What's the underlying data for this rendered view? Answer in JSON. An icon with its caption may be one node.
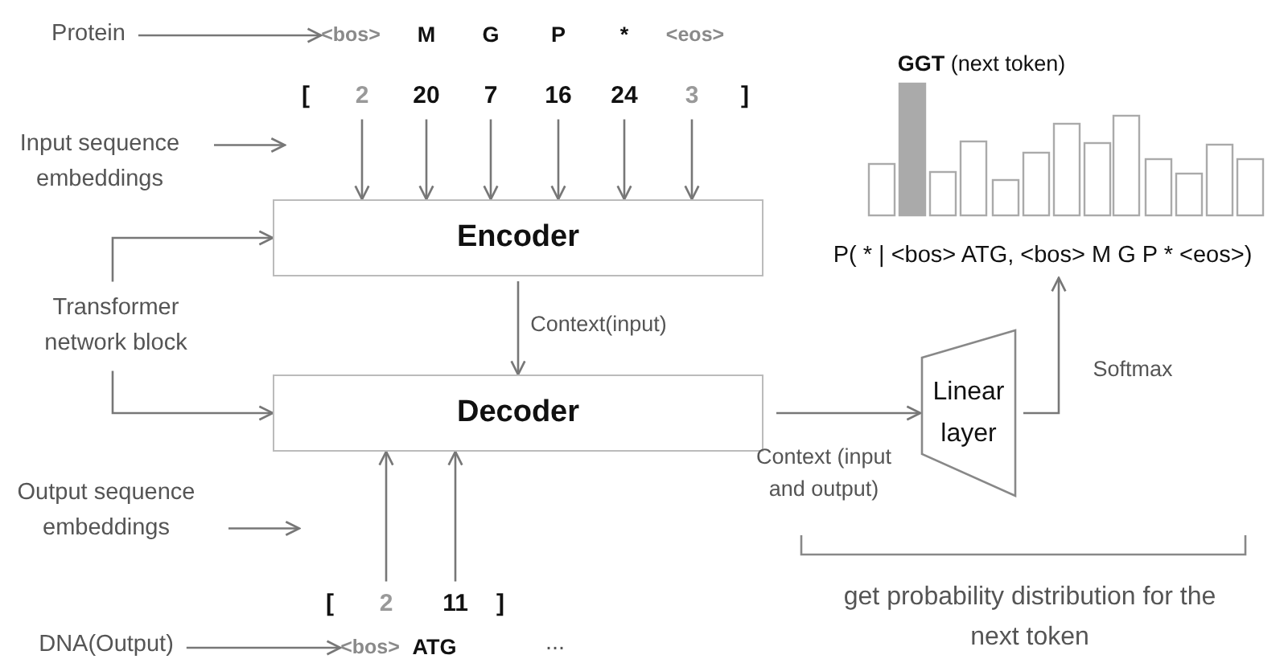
{
  "diagram": {
    "nodes": [
      {
        "text": [
          "Protein"
        ]
      },
      {
        "text": [
          "<bos>"
        ]
      },
      {
        "text": [
          "M"
        ]
      },
      {
        "text": [
          "G"
        ]
      },
      {
        "text": [
          "P"
        ]
      },
      {
        "text": [
          "*"
        ]
      },
      {
        "text": [
          "<eos>"
        ]
      },
      {
        "text": [
          "2"
        ]
      },
      {
        "text": [
          "20"
        ]
      },
      {
        "text": [
          "7"
        ]
      },
      {
        "text": [
          "16"
        ]
      },
      {
        "text": [
          "24"
        ]
      },
      {
        "text": [
          "3"
        ]
      },
      {
        "text": [
          "Input sequence embeddings"
        ]
      },
      {
        "text": [
          "Encoder"
        ]
      },
      {
        "text": [
          "Transformer network block"
        ]
      },
      {
        "text": [
          "Decoder"
        ]
      },
      {
        "text": [
          "Linear layer"
        ]
      },
      {
        "text": [
          "P( * | <bos> ATG, <bos> M G P * <eos>)"
        ]
      },
      {
        "text": [
          "Output sequence embeddings"
        ]
      },
      {
        "text": [
          "2"
        ]
      },
      {
        "text": [
          "11"
        ]
      },
      {
        "text": [
          "DNA(Output)"
        ]
      },
      {
        "text": [
          "<bos>"
        ]
      },
      {
        "text": [
          "ATG"
        ]
      },
      {
        "text": [
          "..."
        ]
      }
    ],
    "edges": [
      {
        "from": 0,
        "to": 1,
        "arrow": "to"
      },
      {
        "from": 13,
        "to": null,
        "arrow": "to"
      },
      {
        "from": 7,
        "to": 14,
        "arrow": "to"
      },
      {
        "from": 8,
        "to": 14,
        "arrow": "to"
      },
      {
        "from": 9,
        "to": 14,
        "arrow": "to"
      },
      {
        "from": 10,
        "to": 14,
        "arrow": "to"
      },
      {
        "from": 11,
        "to": 14,
        "arrow": "to"
      },
      {
        "from": 12,
        "to": 14,
        "arrow": "to"
      },
      {
        "from": 15,
        "to": 14,
        "arrow": "to"
      },
      {
        "from": 15,
        "to": 16,
        "arrow": "to"
      },
      {
        "from": 14,
        "to": 16,
        "arrow": "to",
        "label": "Context(input)"
      },
      {
        "from": 16,
        "to": 17,
        "arrow": "to",
        "label": "Context (input and output)"
      },
      {
        "from": 17,
        "to": 18,
        "arrow": "to",
        "label": "Softmax"
      },
      {
        "from": 19,
        "to": null,
        "arrow": "to"
      },
      {
        "from": 20,
        "to": 16,
        "arrow": "to"
      },
      {
        "from": 21,
        "to": 16,
        "arrow": "to"
      },
      {
        "from": 22,
        "to": 23,
        "arrow": "to"
      }
    ],
    "labels": [
      "[",
      "]",
      "**GGT** (next token)",
      "[",
      "]",
      "get probability distribution for the next token"
    ]
  }
}
